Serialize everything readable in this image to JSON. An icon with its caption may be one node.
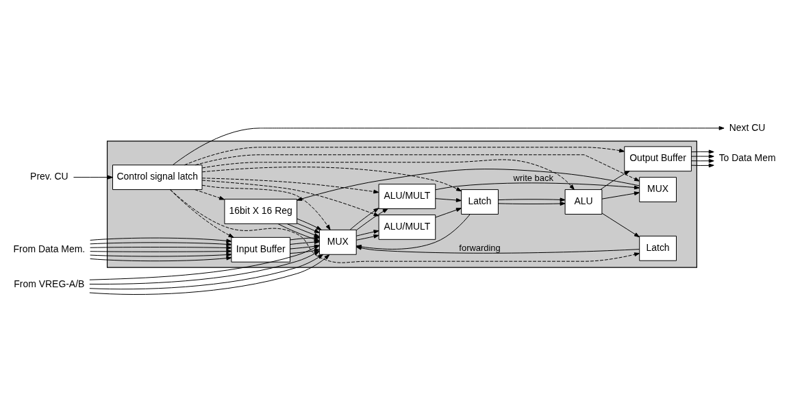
{
  "diagram": {
    "nodes": [
      {
        "text": [],
        "shape": "box"
      },
      {
        "text": [
          "16bit X 16 Reg"
        ],
        "in": 0
      },
      {
        "text": [
          "MUX"
        ],
        "in": 0
      },
      {
        "text": [
          "MUX"
        ],
        "in": 0
      },
      {
        "text": [
          "ALU/MULT"
        ],
        "in": 0
      },
      {
        "text": [
          "ALU/MULT"
        ],
        "in": 0
      },
      {
        "text": [
          "Latch"
        ],
        "in": 0
      },
      {
        "text": [
          "Latch"
        ],
        "in": 0
      },
      {
        "text": [
          "ALU"
        ],
        "in": 0
      },
      {
        "text": [
          "Output Buffer"
        ],
        "in": 0
      },
      {
        "text": [
          "Input Buffer"
        ],
        "in": 0
      },
      {
        "text": [
          "Control signal latch"
        ],
        "in": 0
      },
      {
        "text": [
          "From VREG-A/B"
        ]
      },
      {
        "text": [
          "From Data Mem."
        ]
      },
      {
        "text": [
          "To Data Mem"
        ]
      },
      {
        "text": [
          "Prev. CU"
        ]
      },
      {
        "text": [
          "Next CU"
        ]
      }
    ],
    "edges": [
      {
        "from": 2,
        "to": 1,
        "arrow": "to"
      },
      {
        "from": 11,
        "to": 2,
        "arrow": "to",
        "style": "dashed"
      },
      {
        "from": 7,
        "to": 3,
        "arrow": "to",
        "label": "forwarding"
      },
      {
        "from": 6,
        "to": 3,
        "arrow": "to"
      },
      {
        "from": 4,
        "to": 2,
        "arrow": "to",
        "label": "write back"
      },
      {
        "from": 8,
        "to": 2,
        "arrow": "to"
      },
      {
        "from": 1,
        "to": 3,
        "arrow": "to"
      },
      {
        "from": 1,
        "to": 3,
        "arrow": "to"
      },
      {
        "from": 1,
        "to": 3,
        "arrow": "to"
      },
      {
        "from": 1,
        "to": 3,
        "arrow": "to"
      },
      {
        "from": 11,
        "to": 1,
        "arrow": "to",
        "style": "dashed"
      },
      {
        "from": 12,
        "to": 3,
        "arrow": "to"
      },
      {
        "from": 12,
        "to": 3,
        "arrow": "to"
      },
      {
        "from": 12,
        "to": 3,
        "arrow": "to"
      },
      {
        "from": 12,
        "to": 3,
        "arrow": "to"
      },
      {
        "from": 13,
        "to": 10,
        "arrow": "to"
      },
      {
        "from": 13,
        "to": 10,
        "arrow": "to"
      },
      {
        "from": 13,
        "to": 10,
        "arrow": "to"
      },
      {
        "from": 13,
        "to": 10,
        "arrow": "to"
      },
      {
        "from": 13,
        "to": 10,
        "arrow": "to"
      },
      {
        "from": 13,
        "to": 10,
        "arrow": "to"
      },
      {
        "from": 10,
        "to": 3,
        "arrow": "to"
      },
      {
        "from": 10,
        "to": 3,
        "arrow": "to"
      },
      {
        "from": 10,
        "to": 3,
        "arrow": "to"
      },
      {
        "from": 10,
        "to": 3,
        "arrow": "to"
      },
      {
        "from": 3,
        "to": 4,
        "arrow": "to"
      },
      {
        "from": 3,
        "to": 4,
        "arrow": "to"
      },
      {
        "from": 3,
        "to": 5,
        "arrow": "to"
      },
      {
        "from": 3,
        "to": 5,
        "arrow": "to"
      },
      {
        "from": 11,
        "to": 4,
        "arrow": "to",
        "style": "dashed"
      },
      {
        "from": 11,
        "to": 5,
        "arrow": "to",
        "style": "dashed"
      },
      {
        "from": 11,
        "to": 10,
        "arrow": "to",
        "style": "dashed"
      },
      {
        "from": 11,
        "to": 3,
        "arrow": "to",
        "style": "dashed"
      },
      {
        "from": 4,
        "to": 6,
        "arrow": "to"
      },
      {
        "from": 5,
        "to": 6,
        "arrow": "to"
      },
      {
        "from": 11,
        "to": 6,
        "arrow": "to",
        "style": "dashed"
      },
      {
        "from": 6,
        "to": 8,
        "arrow": "to"
      },
      {
        "from": 6,
        "to": 8,
        "arrow": "to"
      },
      {
        "from": 8,
        "to": 7,
        "arrow": "to"
      },
      {
        "from": 11,
        "to": 7,
        "arrow": "to",
        "style": "dashed"
      },
      {
        "from": 11,
        "to": 8,
        "arrow": "to",
        "style": "dashed"
      },
      {
        "from": 8,
        "to": 9,
        "arrow": "to"
      },
      {
        "from": 11,
        "to": 9,
        "arrow": "to",
        "style": "dashed"
      },
      {
        "from": 9,
        "to": 14,
        "arrow": "to"
      },
      {
        "from": 9,
        "to": 14,
        "arrow": "to"
      },
      {
        "from": 9,
        "to": 14,
        "arrow": "to"
      },
      {
        "from": 9,
        "to": 14,
        "arrow": "to"
      },
      {
        "from": 15,
        "to": 11,
        "arrow": "to"
      },
      {
        "from": 11,
        "to": 16,
        "arrow": "to"
      }
    ]
  }
}
